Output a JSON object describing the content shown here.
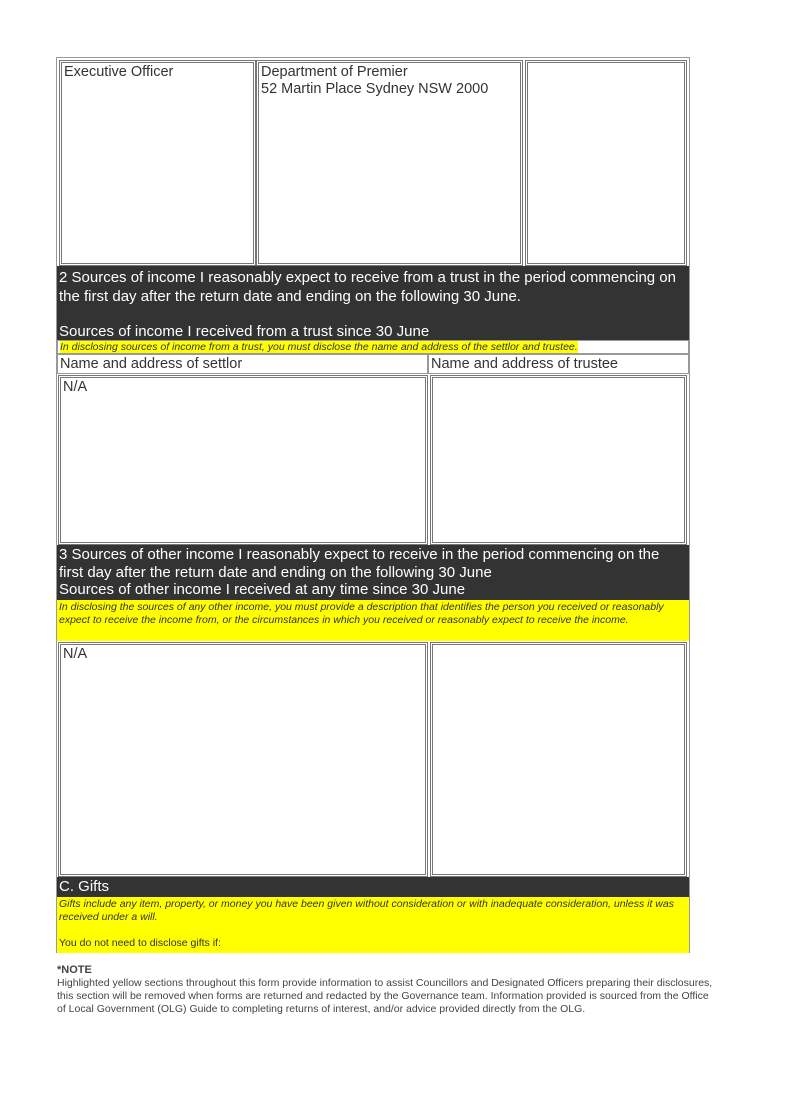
{
  "row1": {
    "position": "Executive Officer",
    "organisation_name": "Department of Premier",
    "organisation_address": "52 Martin Place Sydney NSW 2000",
    "third": ""
  },
  "section2": {
    "heading_line1": "2 Sources of income I reasonably expect to receive from a trust in the period commencing on the first day after the return date and ending on the following 30 June.",
    "heading_line2": "Sources of income I received from a trust since 30 June",
    "guidance": "In disclosing sources of income from a trust, you must disclose the name and address of the settlor and trustee.",
    "col_settlor": "Name and address of settlor",
    "col_trustee": "Name and address of trustee",
    "settlor_value": "N/A",
    "trustee_value": ""
  },
  "section3": {
    "heading_line1": "3 Sources of other income I reasonably expect to receive in the period commencing on the first day after the return date and ending on the following 30 June",
    "heading_line2": "Sources of other income I received at any time since 30 June",
    "guidance": "In disclosing the sources of any other income, you must provide a description that identifies the person you received or reasonably expect to receive the income from, or the circumstances in which you received or reasonably expect to receive the income.",
    "left_value": "N/A",
    "right_value": ""
  },
  "gifts": {
    "heading": "C. Gifts",
    "guidance1": "Gifts include any item, property, or money you have been given without consideration or with inadequate consideration, unless it was received under a will.",
    "guidance2": "You do not need to disclose gifts if:"
  },
  "note": {
    "title": "*NOTE",
    "body": "Highlighted yellow sections throughout this form provide information to assist Councillors and Designated Officers preparing their disclosures, this section will be removed when forms are returned and redacted by the Governance team. Information provided is sourced from the Office of Local Government (OLG) Guide to completing returns of interest, and/or advice provided directly from the OLG."
  },
  "colors": {
    "header_bg": "#333333",
    "highlight": "#ffff00"
  }
}
